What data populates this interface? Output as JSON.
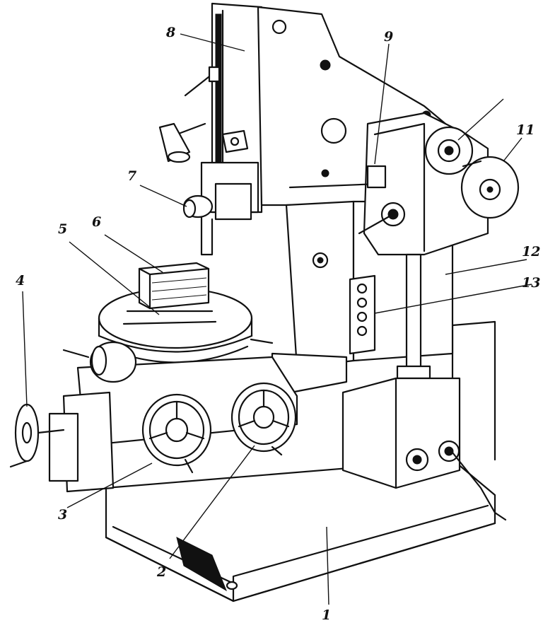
{
  "figure": {
    "callouts": [
      {
        "id": "1",
        "text": "1"
      },
      {
        "id": "2",
        "text": "2"
      },
      {
        "id": "3",
        "text": "3"
      },
      {
        "id": "4",
        "text": "4"
      },
      {
        "id": "5",
        "text": "5"
      },
      {
        "id": "6",
        "text": "6"
      },
      {
        "id": "7",
        "text": "7"
      },
      {
        "id": "8",
        "text": "8"
      },
      {
        "id": "9",
        "text": "9"
      },
      {
        "id": "11",
        "text": "11"
      },
      {
        "id": "12",
        "text": "12"
      },
      {
        "id": "13",
        "text": "13"
      }
    ]
  }
}
